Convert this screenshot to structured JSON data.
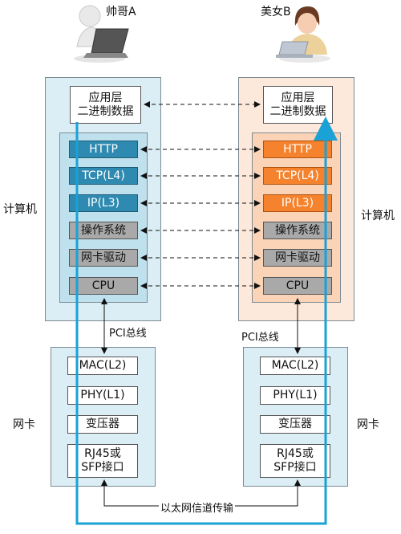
{
  "people": {
    "left_label": "帅哥A",
    "right_label": "美女B"
  },
  "sides": {
    "computer_label": "计算机",
    "nic_label": "网卡"
  },
  "app_layer": {
    "line1": "应用层",
    "line2": "二进制数据"
  },
  "stack_layers": [
    "HTTP",
    "TCP(L4)",
    "IP(L3)",
    "操作系统",
    "网卡驱动",
    "CPU"
  ],
  "nic_layers": [
    "MAC(L2)",
    "PHY(L1)",
    "变压器",
    "RJ45或\nSFP接口"
  ],
  "bus_label": "PCI总线",
  "channel_label": "以太网信道传输",
  "colors": {
    "left_highlight": "#2e8ab0",
    "right_highlight": "#f5822c",
    "flow_line": "#1aa1d6"
  },
  "icons": {
    "left_person": "person-at-laptop-icon",
    "right_person": "woman-at-laptop-icon"
  }
}
